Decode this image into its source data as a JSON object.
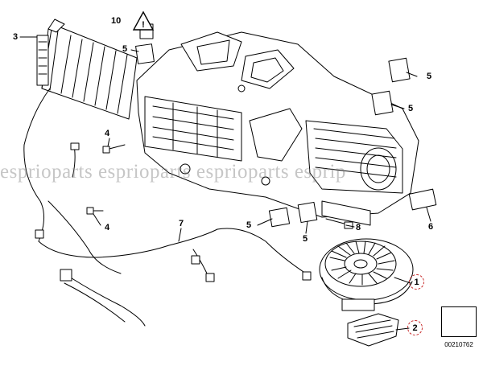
{
  "labels": {
    "c1": "1",
    "c2": "2",
    "c3": "3",
    "c4a": "4",
    "c4b": "4",
    "c5a": "5",
    "c5b": "5",
    "c5c": "5",
    "c5d": "5",
    "c5e": "5",
    "c6": "6",
    "c7": "7",
    "c8": "8",
    "c10": "10"
  },
  "watermark": "esprioparts esprioparts esprioparts esprip",
  "diagram_id": "00210762",
  "colors": {
    "highlight": "#c62828",
    "line": "#000000",
    "background": "#ffffff"
  },
  "icons": {
    "warning": "warning-triangle-icon",
    "reference": "arrow-reference-icon"
  }
}
